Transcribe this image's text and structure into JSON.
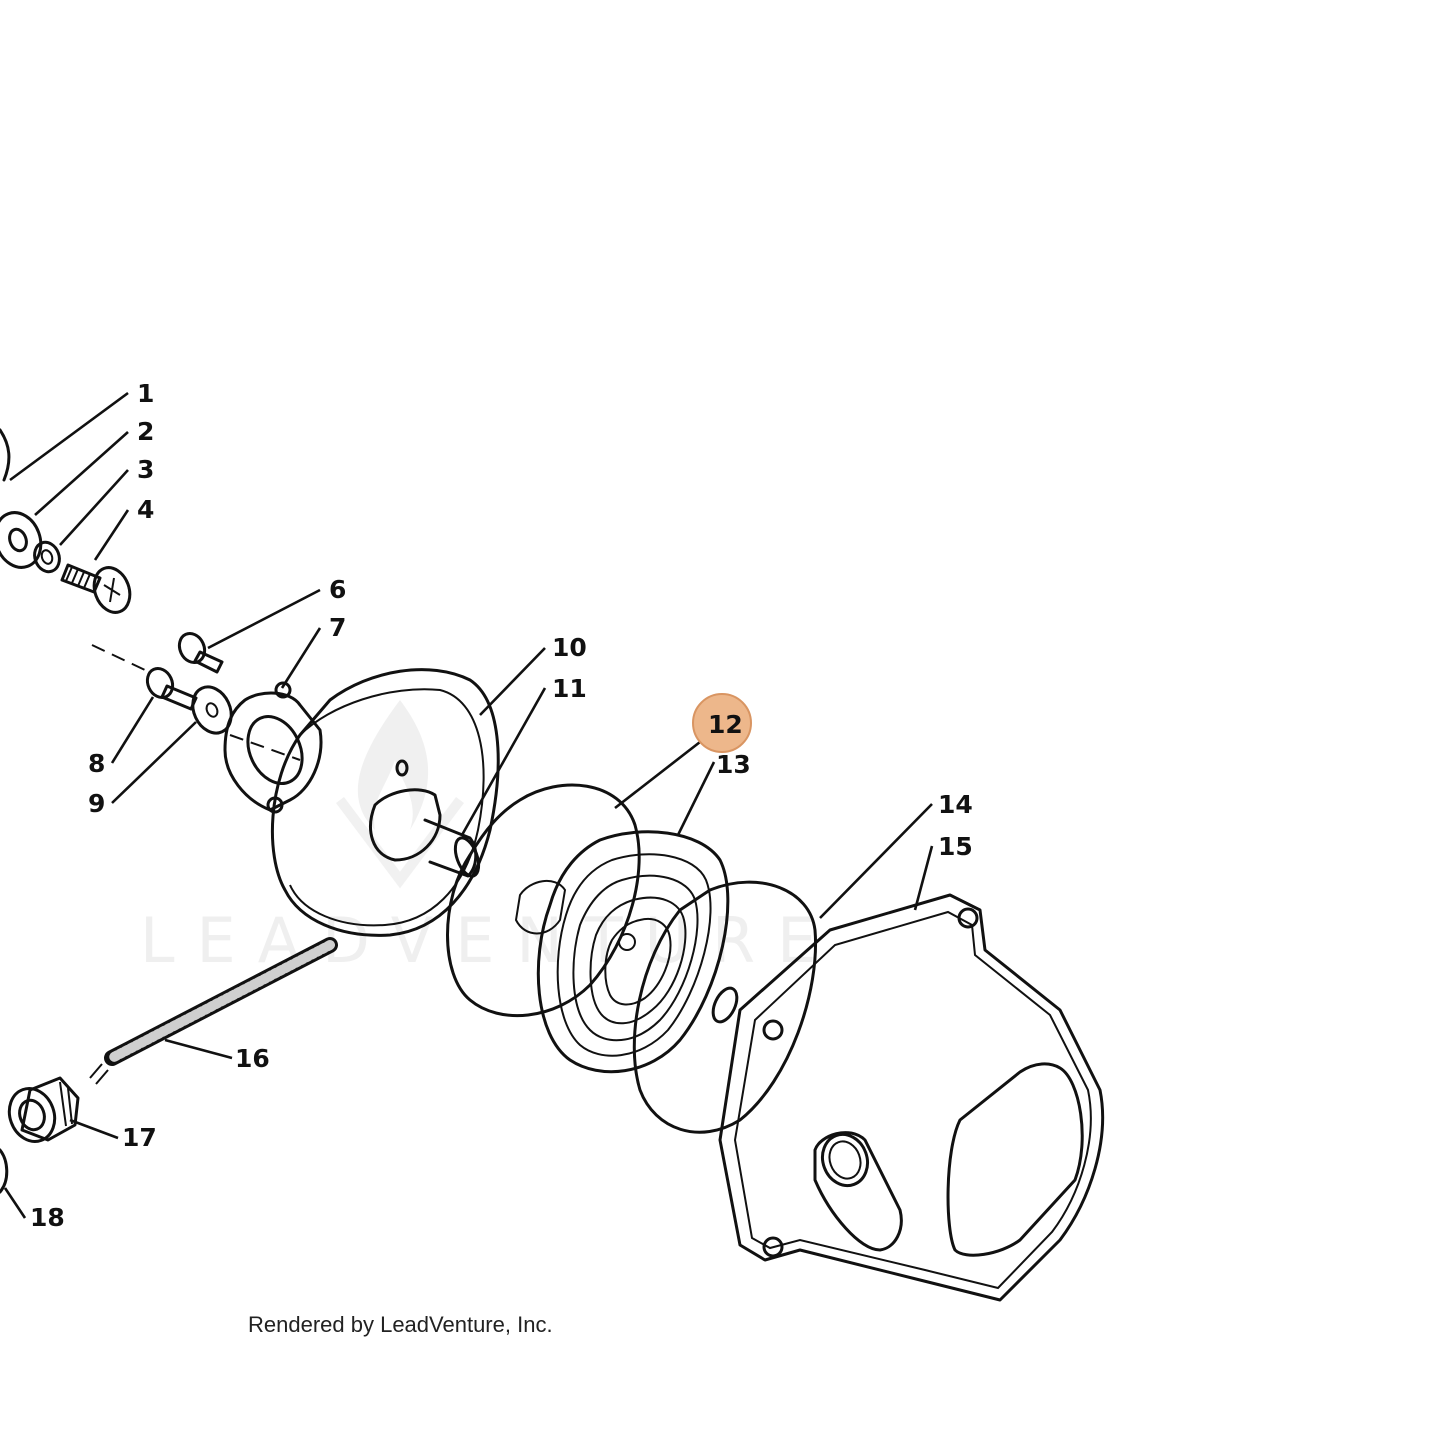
{
  "callouts": [
    {
      "id": "1",
      "label": "1"
    },
    {
      "id": "2",
      "label": "2"
    },
    {
      "id": "3",
      "label": "3"
    },
    {
      "id": "4",
      "label": "4"
    },
    {
      "id": "6",
      "label": "6"
    },
    {
      "id": "7",
      "label": "7"
    },
    {
      "id": "8",
      "label": "8"
    },
    {
      "id": "9",
      "label": "9"
    },
    {
      "id": "10",
      "label": "10"
    },
    {
      "id": "11",
      "label": "11"
    },
    {
      "id": "12",
      "label": "12"
    },
    {
      "id": "13",
      "label": "13"
    },
    {
      "id": "14",
      "label": "14"
    },
    {
      "id": "15",
      "label": "15"
    },
    {
      "id": "16",
      "label": "16"
    },
    {
      "id": "17",
      "label": "17"
    },
    {
      "id": "18",
      "label": "18"
    }
  ],
  "highlighted_callout": "12",
  "highlight_color": "#E9A56E",
  "watermark": {
    "text": "LEADVENTURE",
    "icon": "flame-logo-icon"
  },
  "footer": {
    "rendered_by": "Rendered by LeadVenture, Inc."
  }
}
